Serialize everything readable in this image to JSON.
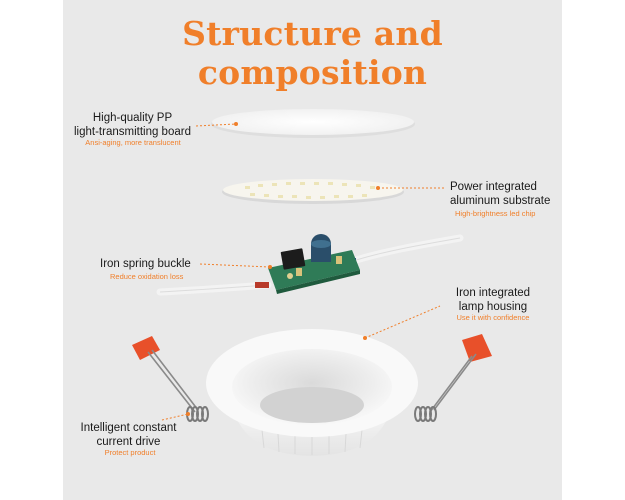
{
  "title": "Structure and composition",
  "parts": [
    {
      "name_l1": "High-quality PP",
      "name_l2": "light-transmitting board",
      "desc": "Ansi-aging, more translucent"
    },
    {
      "name_l1": "Power integrated",
      "name_l2": "aluminum substrate",
      "desc": "High-brightness led chip"
    },
    {
      "name_l1": "Iron spring buckle",
      "name_l2": "",
      "desc": "Reduce oxidation loss"
    },
    {
      "name_l1": "Iron integrated",
      "name_l2": "lamp housing",
      "desc": "Use it with confidence"
    },
    {
      "name_l1": "Intelligent constant",
      "name_l2": "current drive",
      "desc": "Protect  product"
    }
  ],
  "colors": {
    "accent": "#f07f2a",
    "panel": "#e9e9e9",
    "spring_tab": "#e8502a"
  }
}
